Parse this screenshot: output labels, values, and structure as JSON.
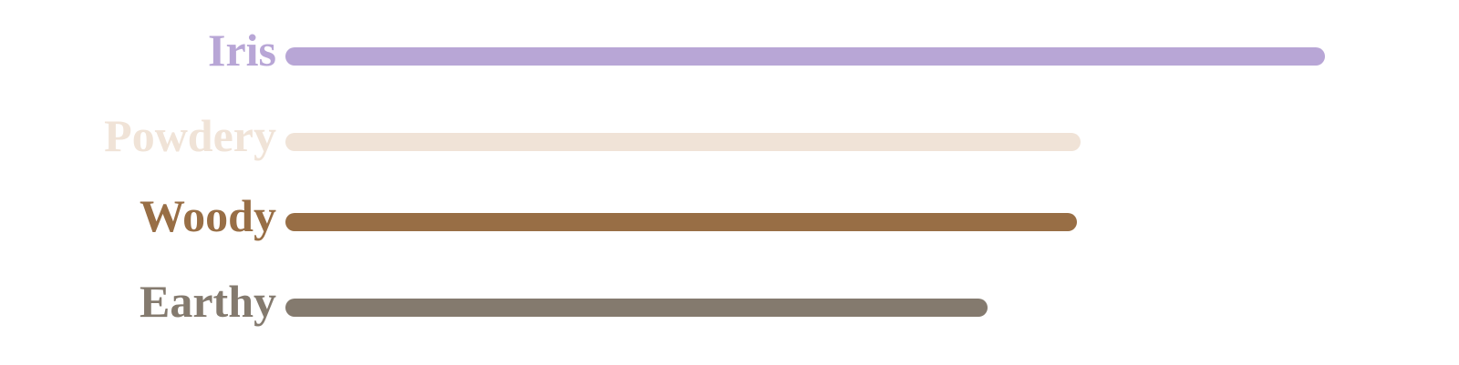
{
  "chart_data": {
    "type": "bar",
    "orientation": "horizontal",
    "title": "",
    "xlabel": "",
    "ylabel": "",
    "grid": false,
    "xlim": [
      0,
      100
    ],
    "categories": [
      "Iris",
      "Powdery",
      "Woody",
      "Earthy"
    ],
    "values": [
      100,
      76.5,
      76.1,
      67.5
    ],
    "colors": [
      "#b8a6d6",
      "#f0e3d7",
      "#986e45",
      "#847a6e"
    ]
  }
}
